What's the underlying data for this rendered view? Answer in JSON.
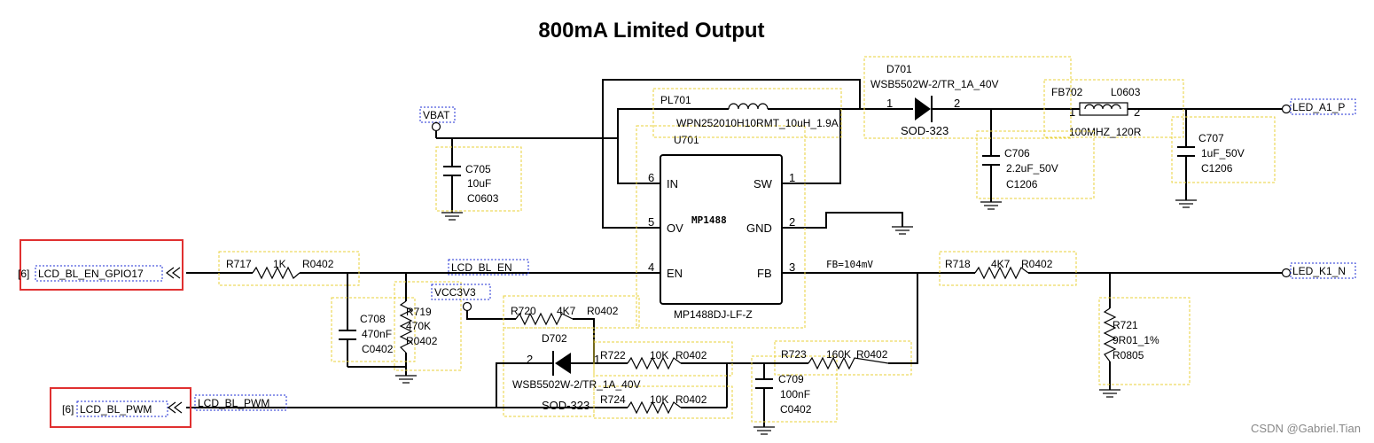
{
  "title": "800mA Limited Output",
  "watermark": "CSDN @Gabriel.Tian",
  "nets": {
    "vbat": "VBAT",
    "vcc": "VCC3V3",
    "lcd_bl_en": "LCD_BL_EN",
    "lcd_bl_pwm": "LCD_BL_PWM",
    "fb": "FB=104mV"
  },
  "ports": {
    "en_gpio": {
      "prefix": "[6]",
      "name": "LCD_BL_EN_GPIO17"
    },
    "pwm": {
      "prefix": "[6]",
      "name": "LCD_BL_PWM"
    },
    "led_a": "LED_A1_P",
    "led_k": "LED_K1_N"
  },
  "ic": {
    "ref": "U701",
    "marking": "MP1488",
    "part": "MP1488DJ-LF-Z",
    "pins": [
      {
        "num": "6",
        "name": "IN"
      },
      {
        "num": "5",
        "name": "OV"
      },
      {
        "num": "4",
        "name": "EN"
      },
      {
        "num": "1",
        "name": "SW"
      },
      {
        "num": "2",
        "name": "GND"
      },
      {
        "num": "3",
        "name": "FB"
      }
    ]
  },
  "inductor": {
    "ref": "PL701",
    "value": "WPN252010H10RMT_10uH_1.9A"
  },
  "diode_d701": {
    "ref": "D701",
    "value": "WSB5502W-2/TR_1A_40V",
    "pkg": "SOD-323",
    "pin1": "1",
    "pin2": "2"
  },
  "ferrite": {
    "ref": "FB702",
    "part": "L0603",
    "value": "100MHZ_120R",
    "pin1": "1",
    "pin2": "2"
  },
  "c705": {
    "ref": "C705",
    "value": "10uF",
    "pkg": "C0603"
  },
  "c706": {
    "ref": "C706",
    "value": "2.2uF_50V",
    "pkg": "C1206"
  },
  "c707": {
    "ref": "C707",
    "value": "1uF_50V",
    "pkg": "C1206"
  },
  "c708": {
    "ref": "C708",
    "value": "470nF",
    "pkg": "C0402"
  },
  "c709": {
    "ref": "C709",
    "value": "100nF",
    "pkg": "C0402"
  },
  "r717": {
    "ref": "R717",
    "value": "1K",
    "pkg": "R0402"
  },
  "r718": {
    "ref": "R718",
    "value": "4K7",
    "pkg": "R0402"
  },
  "r719": {
    "ref": "R719",
    "value": "470K",
    "pkg": "R0402"
  },
  "r720": {
    "ref": "R720",
    "value": "4K7",
    "pkg": "R0402"
  },
  "r721": {
    "ref": "R721",
    "value": "9R01_1%",
    "pkg": "R0805"
  },
  "r722": {
    "ref": "R722",
    "value": "10K",
    "pkg": "R0402"
  },
  "r723": {
    "ref": "R723",
    "value": "160K",
    "pkg": "R0402"
  },
  "r724": {
    "ref": "R724",
    "value": "10K",
    "pkg": "R0402"
  },
  "diode_d702": {
    "ref": "D702",
    "value": "WSB5502W-2/TR_1A_40V",
    "pkg": "SOD-323",
    "pin1": "1",
    "pin2": "2"
  },
  "colors": {
    "wire": "#000000",
    "designator_box": "#e8d23a",
    "net_label": "#1f2fd6",
    "highlight": "#e03030"
  }
}
